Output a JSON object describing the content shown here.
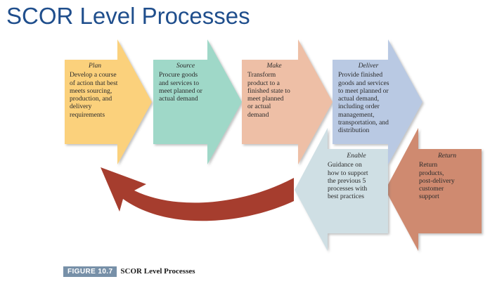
{
  "title": "SCOR Level Processes",
  "colors": {
    "title": "#1f4e8c",
    "plan": "#fbd17b",
    "source": "#9fd8c8",
    "make": "#eebfa6",
    "deliver": "#b9c9e3",
    "enable": "#cfdfe4",
    "return": "#cf8a70",
    "feedback_arrow": "#a63d2e",
    "figure_tag": "#7790a8"
  },
  "processes": [
    {
      "key": "plan",
      "name": "Plan",
      "description": "Develop a course\nof action that best\nmeets sourcing,\nproduction, and\ndelivery\nrequirements"
    },
    {
      "key": "source",
      "name": "Source",
      "description": "Procure goods\nand services to\nmeet planned or\nactual demand"
    },
    {
      "key": "make",
      "name": "Make",
      "description": "Transform\nproduct to a\nfinished state to\nmeet planned\nor actual\ndemand"
    },
    {
      "key": "deliver",
      "name": "Deliver",
      "description": "Provide finished\ngoods and services\nto meet planned or\nactual demand,\nincluding order\nmanagement,\ntransportation, and\ndistribution"
    },
    {
      "key": "enable",
      "name": "Enable",
      "description": "Guidance on\nhow to support\nthe previous 5\nprocesses with\nbest practices"
    },
    {
      "key": "return",
      "name": "Return",
      "description": "Return\nproducts,\npost-delivery\ncustomer\nsupport"
    }
  ],
  "figure": {
    "label": "FIGURE 10.7",
    "caption": "SCOR Level Processes"
  }
}
